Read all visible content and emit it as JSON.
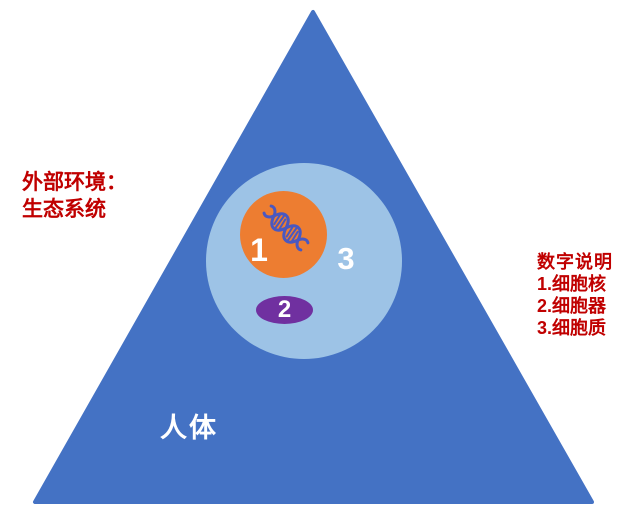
{
  "triangle": {
    "label": "人体"
  },
  "external_environment": {
    "line1": "外部环境：",
    "line2": "生态系统"
  },
  "legend": {
    "title": "数字说明",
    "items": [
      "1.细胞核",
      "2.细胞器",
      "3.细胞质"
    ]
  },
  "cell": {
    "nucleus_number": "1",
    "organelle_number": "2",
    "cytoplasm_number": "3"
  },
  "icons": {
    "dna": "dna-double-helix-icon"
  },
  "colors": {
    "triangle_blue": "#4472C4",
    "cytoplasm_blue": "#9DC3E6",
    "nucleus_orange": "#ED7D31",
    "organelle_purple": "#7030A0",
    "label_red": "#C00000",
    "label_white": "#FFFFFF",
    "dna_stroke": "#4A58C0"
  }
}
